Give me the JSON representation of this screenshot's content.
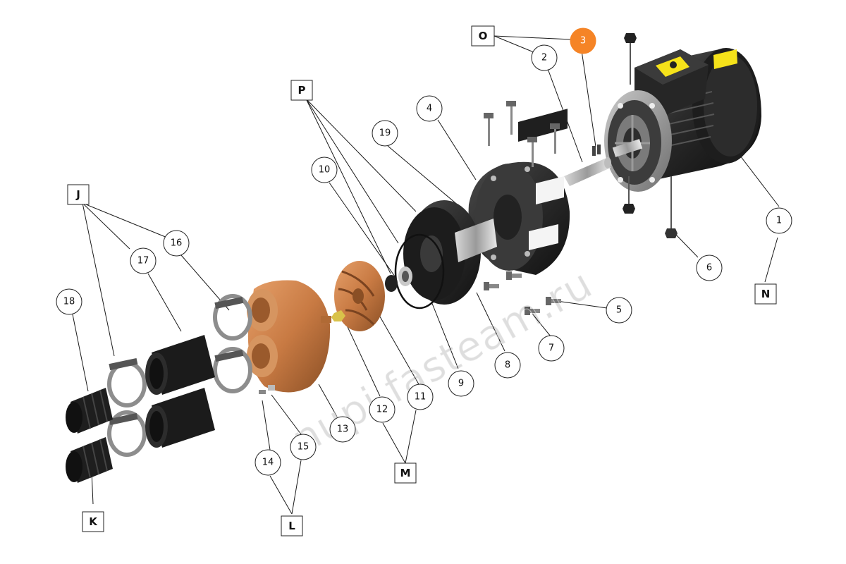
{
  "diagram": {
    "watermark": "nupi.fasteam.ru",
    "callouts": [
      {
        "id": "c1",
        "label": "1",
        "highlight": false
      },
      {
        "id": "c2",
        "label": "2",
        "highlight": false
      },
      {
        "id": "c3",
        "label": "3",
        "highlight": true
      },
      {
        "id": "c4",
        "label": "4",
        "highlight": false
      },
      {
        "id": "c5",
        "label": "5",
        "highlight": false
      },
      {
        "id": "c6",
        "label": "6",
        "highlight": false
      },
      {
        "id": "c7",
        "label": "7",
        "highlight": false
      },
      {
        "id": "c8",
        "label": "8",
        "highlight": false
      },
      {
        "id": "c9",
        "label": "9",
        "highlight": false
      },
      {
        "id": "c10",
        "label": "10",
        "highlight": false
      },
      {
        "id": "c11",
        "label": "11",
        "highlight": false
      },
      {
        "id": "c12",
        "label": "12",
        "highlight": false
      },
      {
        "id": "c13",
        "label": "13",
        "highlight": false
      },
      {
        "id": "c14",
        "label": "14",
        "highlight": false
      },
      {
        "id": "c15",
        "label": "15",
        "highlight": false
      },
      {
        "id": "c16",
        "label": "16",
        "highlight": false
      },
      {
        "id": "c17",
        "label": "17",
        "highlight": false
      },
      {
        "id": "c18",
        "label": "18",
        "highlight": false
      },
      {
        "id": "c19",
        "label": "19",
        "highlight": false
      }
    ],
    "groups": [
      {
        "id": "gO",
        "label": "O"
      },
      {
        "id": "gP",
        "label": "P"
      },
      {
        "id": "gJ",
        "label": "J"
      },
      {
        "id": "gN",
        "label": "N"
      },
      {
        "id": "gK",
        "label": "K"
      },
      {
        "id": "gL",
        "label": "L"
      },
      {
        "id": "gM",
        "label": "M"
      }
    ],
    "colors": {
      "highlight": "#f58426",
      "bronze": "#c87a43",
      "dark_part": "#2a2a2a",
      "warning_label": "#f5e21a"
    }
  }
}
